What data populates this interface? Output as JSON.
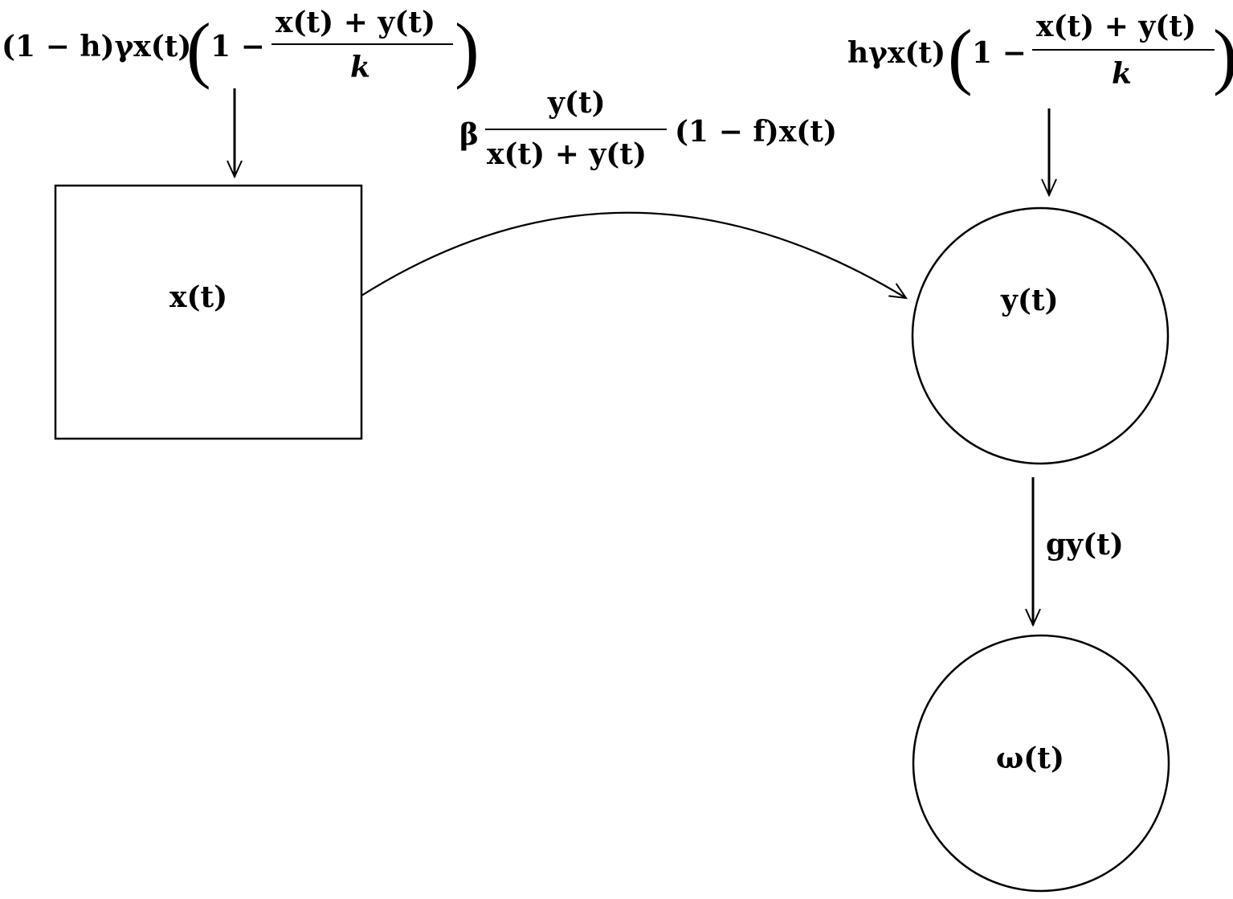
{
  "nodes": {
    "x": {
      "label": "x(t)"
    },
    "y": {
      "label": "y(t)"
    },
    "w": {
      "label": "ω(t)"
    }
  },
  "edges": {
    "inflow_x": {
      "prefix": "(1 − h)γx(t)",
      "one_minus": "1 −",
      "numerator": "x(t) +  y(t)",
      "denominator": "k"
    },
    "inflow_y": {
      "prefix": "hγx(t)",
      "one_minus": "1 −",
      "numerator": "x(t) +  y(t)",
      "denominator": "k"
    },
    "transfer": {
      "beta": "β",
      "numerator": "y(t)",
      "denominator": "x(t) +  y(t)",
      "suffix": "(1 −  f)x(t)"
    },
    "outflow_y": {
      "label": "gy(t)"
    }
  }
}
